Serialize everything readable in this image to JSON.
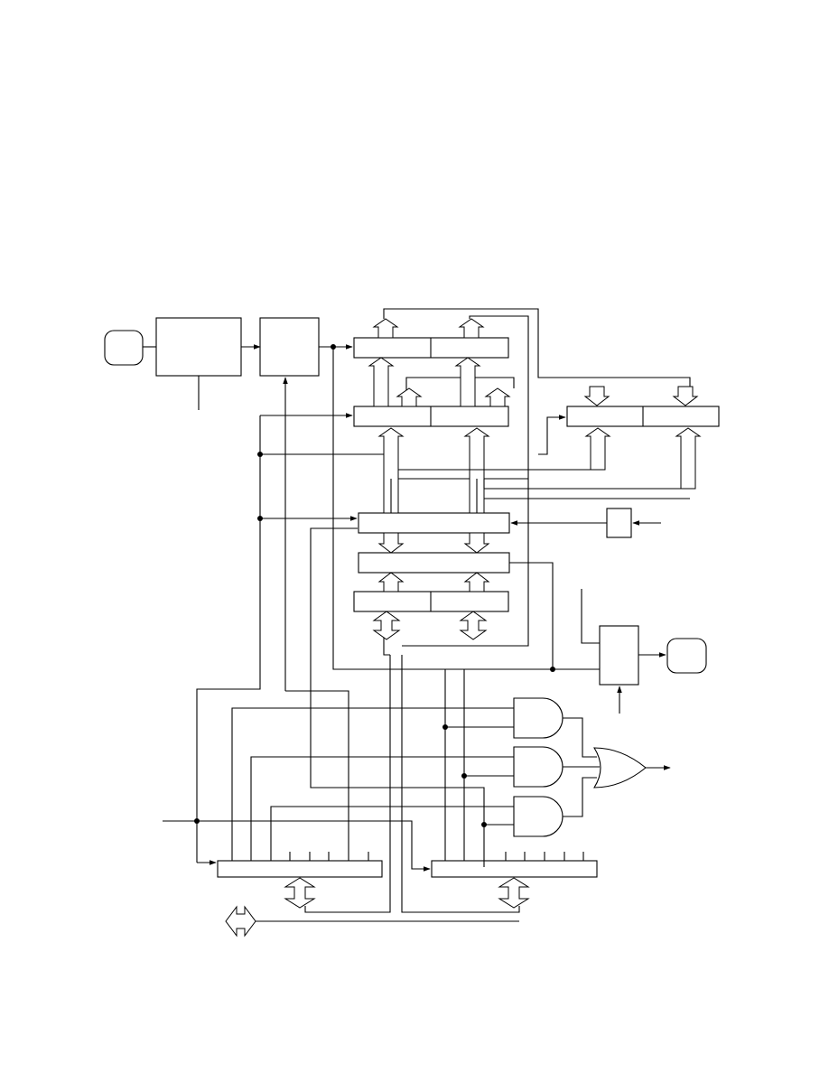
{
  "diagram": {
    "line_color": "#000000",
    "background": "#ffffff",
    "components": [
      {
        "id": "input-terminal",
        "kind": "terminal"
      },
      {
        "id": "oscillator-block",
        "kind": "block"
      },
      {
        "id": "prescaler-block",
        "kind": "block"
      },
      {
        "id": "counter-register",
        "kind": "register"
      },
      {
        "id": "latch-register",
        "kind": "register"
      },
      {
        "id": "compare-register",
        "kind": "register"
      },
      {
        "id": "timer-register",
        "kind": "register"
      },
      {
        "id": "adder-block",
        "kind": "block"
      },
      {
        "id": "buffer-register",
        "kind": "register"
      },
      {
        "id": "edge-detect-block",
        "kind": "block"
      },
      {
        "id": "output-control-block",
        "kind": "block"
      },
      {
        "id": "output-terminal",
        "kind": "terminal"
      },
      {
        "id": "and-gate-1",
        "kind": "and-gate"
      },
      {
        "id": "and-gate-2",
        "kind": "and-gate"
      },
      {
        "id": "and-gate-3",
        "kind": "and-gate"
      },
      {
        "id": "or-gate",
        "kind": "or-gate"
      },
      {
        "id": "control-register-a",
        "kind": "register"
      },
      {
        "id": "control-register-b",
        "kind": "register"
      },
      {
        "id": "data-bus-connector",
        "kind": "bus-arrow"
      }
    ]
  }
}
